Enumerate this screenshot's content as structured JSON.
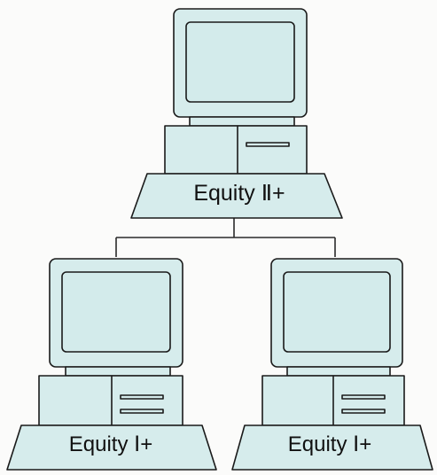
{
  "colors": {
    "body_fill": "#d6ecec",
    "outline": "#1a1a1a",
    "screen_fill": "#d3ebeb",
    "connector": "#2a2a2a"
  },
  "nodes": {
    "server": {
      "label": "Equity Ⅱ+"
    },
    "client_left": {
      "label": "Equity Ⅰ+"
    },
    "client_right": {
      "label": "Equity Ⅰ+"
    }
  }
}
